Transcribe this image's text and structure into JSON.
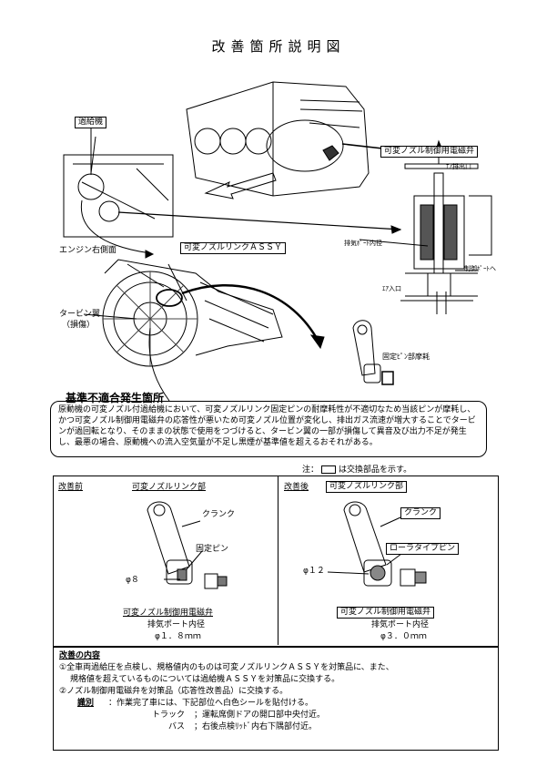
{
  "title": "改善箇所説明図",
  "labels": {
    "turbocharger": "過給機",
    "engine_right_side": "エンジン右側面",
    "vnt_solenoid_valve": "可変ノズル制御用電磁弁",
    "exhaust_outlet": "ｴｱ排出口",
    "exhaust_port_diameter": "排気ﾎﾟｰﾄ内径",
    "to_control_port": "制御ﾎﾟｰﾄへ",
    "air_inlet": "ｴｱ入口",
    "vn_link_assy": "可変ノズルリンクＡＳＳＹ",
    "turbine_blade": "タービン翼",
    "turbine_blade_damaged": "（損傷）",
    "fixed_pin_wear": "固定ﾋﾟﾝ部摩耗"
  },
  "cause": {
    "title": "基準不適合発生箇所",
    "text": "原動機の可変ノズル付過給機において、可変ノズルリンク固定ピンの耐摩耗性が不適切なため当該ピンが摩耗し、かつ可変ノズル制御用電磁弁の応答性が悪いため可変ノズル位置が変化し、排出ガス流速が増大することでタービンが過回転となり、そのままの状態で使用をつづけると、タービン翼の一部が損傷して異音及び出力不足が発生し、最悪の場合、原動機への流入空気量が不足し黒煙が基準値を超えるおそれがある。"
  },
  "note": {
    "prefix": "注：",
    "suffix": "は交換部品を示す。"
  },
  "before": {
    "heading": "改善前",
    "section": "可変ノズルリンク部",
    "crank": "クランク",
    "pin": "固定ピン",
    "diameter": "φ８",
    "valve": "可変ノズル制御用電磁弁",
    "port": "排気ポート内径",
    "port_value": "φ１．８ｍｍ"
  },
  "after": {
    "heading": "改善後",
    "section": "可変ノズルリンク部",
    "crank": "クランク",
    "pin": "ローラタイプピン",
    "diameter": "φ１２",
    "valve": "可変ノズル制御用電磁弁",
    "port": "排気ポート内径",
    "port_value": "φ３．０ｍｍ"
  },
  "remedy": {
    "heading": "改善の内容",
    "item1a": "①全車両過給圧を点検し、規格値内のものは可変ノズルリンクＡＳＳＹを対策品に、また、",
    "item1b": "規格値を超えているものについては過給機ＡＳＳＹを対策品に交換する。",
    "item2": "②ノズル制御用電磁弁を対策品（応答性改善品）に交換する。",
    "id_label": "識別",
    "id_text": "：作業完了車には、下記部位へ白色シールを貼付ける。",
    "truck_label": "トラック",
    "truck_text": "；運転席側ドアの開口部中央付近。",
    "bus_label": "バス",
    "bus_text": "；右後点検ﾘｯﾄﾞ内右下隅部付近。"
  }
}
